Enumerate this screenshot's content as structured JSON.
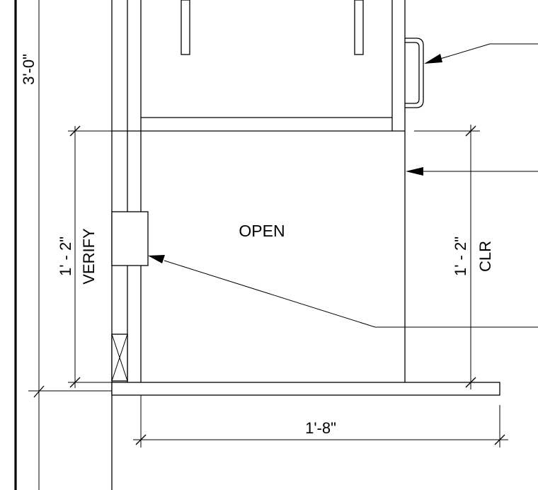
{
  "drawing": {
    "dimensions": {
      "overall_height": "3'-0\"",
      "left_opening_height": "1' - 2\"",
      "left_note": "VERIFY",
      "right_opening_height": "1' - 2\"",
      "right_note": "CLR",
      "bottom_width": "1'-8\""
    },
    "labels": {
      "opening": "OPEN"
    }
  }
}
